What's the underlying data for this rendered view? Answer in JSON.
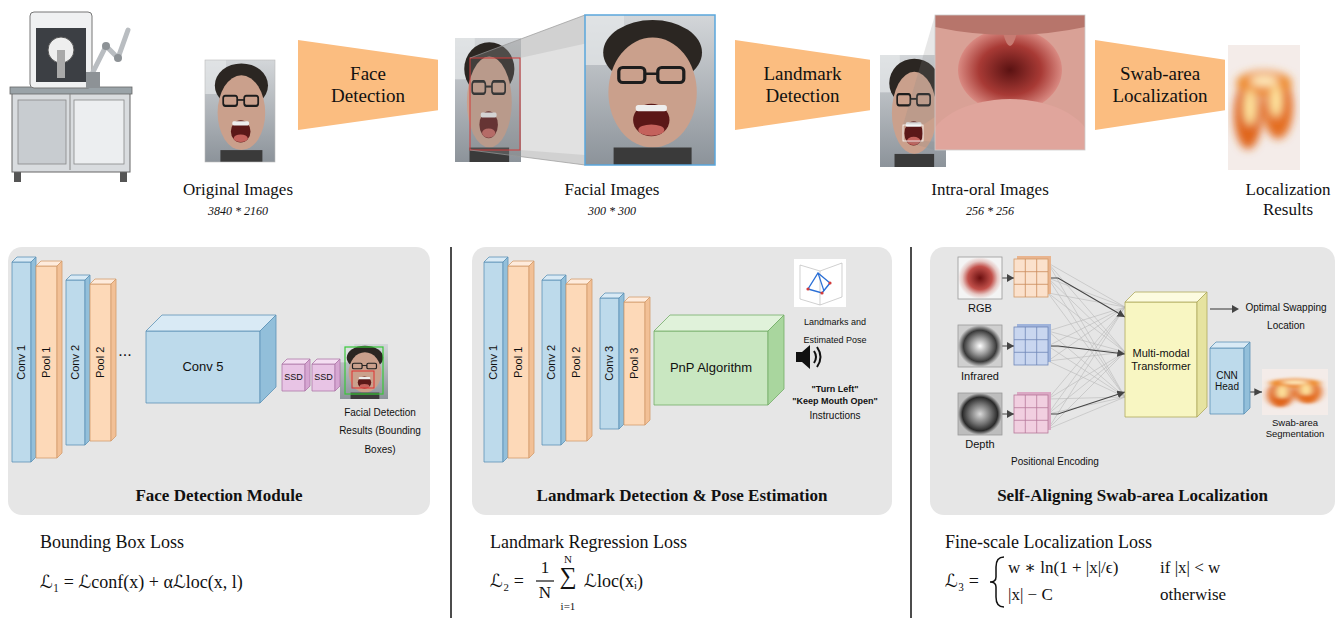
{
  "diagram": {
    "nodes": [
      {
        "text": [
          "Face Detection"
        ]
      },
      {
        "text": [
          "Landmark Detection"
        ]
      },
      {
        "text": [
          "Swab-area Localization"
        ]
      },
      {
        "text": [
          "Face Detection Module"
        ]
      },
      {
        "text": [
          "Conv 1"
        ],
        "in": 3
      },
      {
        "text": [
          "Pool 1"
        ],
        "in": 3
      },
      {
        "text": [
          "Conv 2"
        ],
        "in": 3
      },
      {
        "text": [
          "Pool 2"
        ],
        "in": 3
      },
      {
        "text": [
          "Conv 5"
        ],
        "in": 3
      },
      {
        "text": [
          "SSD"
        ],
        "in": 3
      },
      {
        "text": [
          "SSD"
        ],
        "in": 3
      },
      {
        "text": [
          "Landmark Detection & Pose Estimation"
        ]
      },
      {
        "text": [
          "Conv 1"
        ],
        "in": 11
      },
      {
        "text": [
          "Pool 1"
        ],
        "in": 11
      },
      {
        "text": [
          "Conv 2"
        ],
        "in": 11
      },
      {
        "text": [
          "Pool 2"
        ],
        "in": 11
      },
      {
        "text": [
          "Conv 3"
        ],
        "in": 11
      },
      {
        "text": [
          "Pool 3"
        ],
        "in": 11
      },
      {
        "text": [
          "PnP Algorithm"
        ],
        "in": 11
      },
      {
        "text": [
          "Self-Aligning Swab-area Localization"
        ]
      },
      {
        "text": [
          "RGB"
        ],
        "in": 19
      },
      {
        "text": [
          "Infrared"
        ],
        "in": 19
      },
      {
        "text": [
          "Depth"
        ],
        "in": 19
      },
      {
        "text": [
          "Multi-modal Transformer"
        ],
        "in": 19
      },
      {
        "text": [
          "CNN Head"
        ],
        "in": 19
      },
      {
        "text": [
          "Swab-area Segmentation"
        ],
        "in": 19
      }
    ],
    "edges": [
      {
        "from": 20,
        "to": 23,
        "arrow": "to"
      },
      {
        "from": 21,
        "to": 23,
        "arrow": "to"
      },
      {
        "from": 22,
        "to": 23,
        "arrow": "to"
      },
      {
        "from": 24,
        "to": 25,
        "arrow": "to"
      }
    ],
    "labels": [
      "Original Images",
      "3840 * 2160",
      "Facial Images",
      "300 * 300",
      "Intra-oral Images",
      "256 * 256",
      "Localization Results",
      "...",
      "Facial Detection Results (Bounding Boxes)",
      "Landmarks and Estimated Pose",
      "\"Turn Left\"",
      "\"Keep Mouth Open\"",
      "Instructions",
      "Positional Encoding",
      "Optimal Swapping Location",
      "Bounding Box Loss",
      "ℒ₁ = ℒconf(x) + αℒloc(x, l)",
      "Landmark Regression Loss",
      "ℒ₂ =",
      "1",
      "N",
      "N",
      "∑",
      "i=1",
      "ℒloc(xᵢ)",
      "Fine-scale Localization Loss",
      "ℒ₃ =",
      "w ∗ ln(1 + |x|/ϵ)",
      "if |x| < w",
      "|x| − C",
      "otherwise"
    ]
  }
}
